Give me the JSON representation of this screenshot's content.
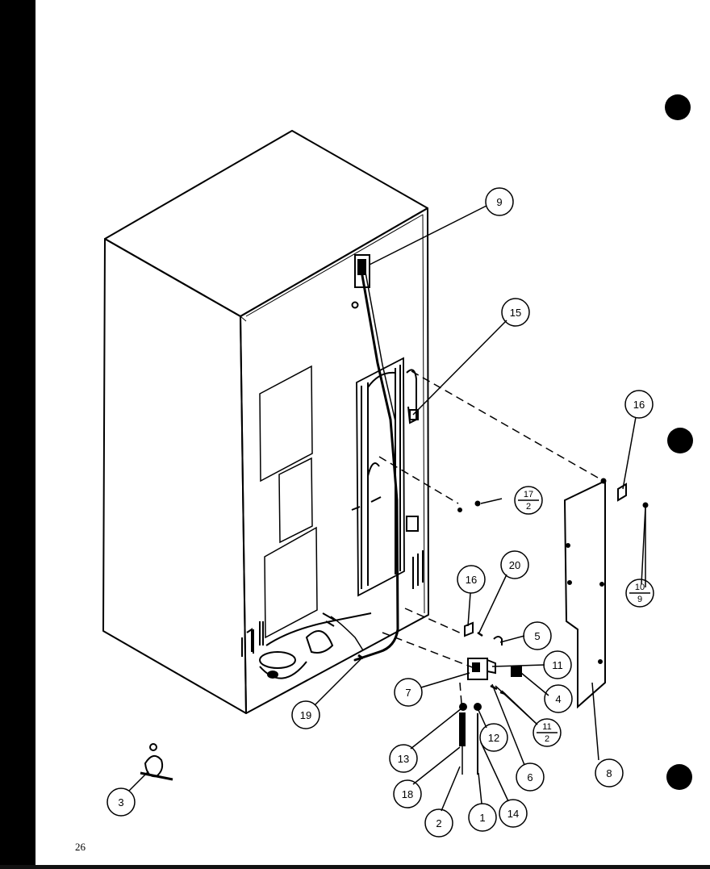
{
  "page_number": "26",
  "callouts": {
    "c1": "1",
    "c2": "2",
    "c3": "3",
    "c4": "4",
    "c5": "5",
    "c6": "6",
    "c7": "7",
    "c8": "8",
    "c9": "9",
    "c11": "11",
    "c12": "12",
    "c13": "13",
    "c14": "14",
    "c15": "15",
    "c16a": "16",
    "c16b": "16",
    "c18": "18",
    "c19": "19",
    "c20": "20"
  },
  "fractions": {
    "f11_2": {
      "top": "11",
      "bottom": "2"
    },
    "f17_2": {
      "top": "17",
      "bottom": "2"
    },
    "f10_9": {
      "top": "10",
      "bottom": "9"
    }
  }
}
